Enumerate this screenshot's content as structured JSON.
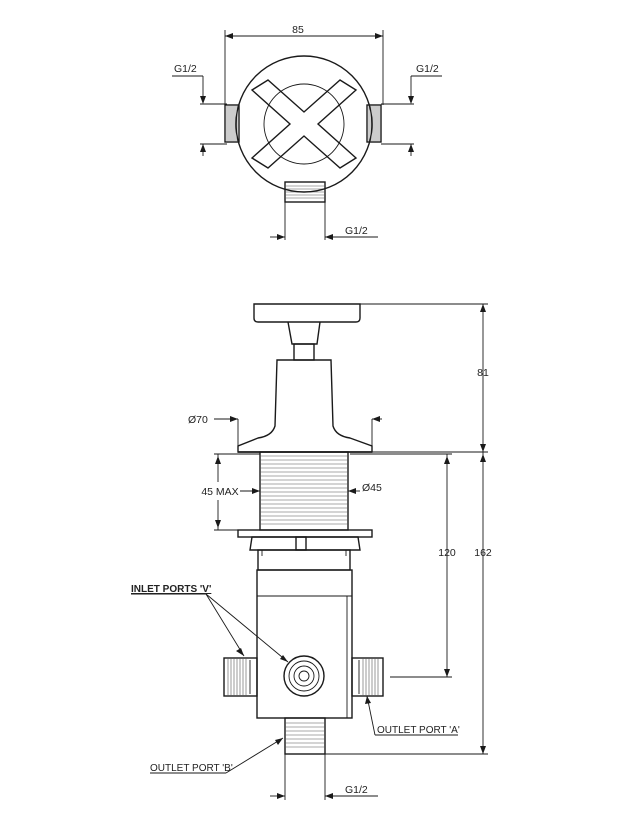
{
  "top_view": {
    "width_label": "85",
    "left_inlet_label": "G1/2",
    "right_inlet_label": "G1/2",
    "bottom_outlet_label": "G1/2"
  },
  "side_view": {
    "handle_height_label": "81",
    "flange_diameter_label": "Ø70",
    "body_diameter_label": "Ø45",
    "wall_thickness_label": "45 MAX",
    "outlet_a_depth_label": "120",
    "total_depth_label": "162",
    "bottom_outlet_label": "G1/2",
    "inlet_ports_label": "INLET PORTS 'V'",
    "outlet_a_label": "OUTLET PORT 'A'",
    "outlet_b_label": "OUTLET PORT 'B'"
  }
}
